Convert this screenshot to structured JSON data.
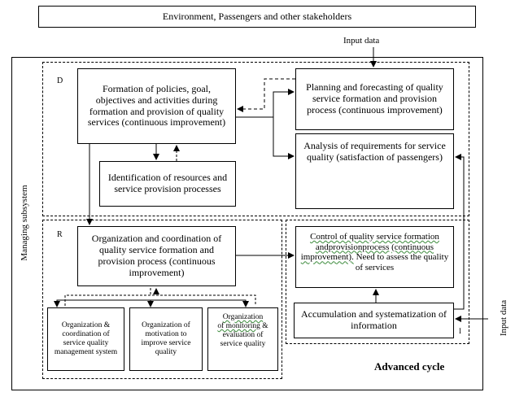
{
  "top_banner": "Environment, Passengers and other stakeholders",
  "input_data_top": "Input data",
  "input_data_right": "Input data",
  "managing_subsystem": "Managing subsystem",
  "section_d_label": "D",
  "section_r_label": "R",
  "section_i_label": "I",
  "advanced_cycle": "Advanced cycle",
  "boxes": {
    "formation": "Formation of policies, goal, objectives and activities during formation and provision of quality services (continuous improvement)",
    "planning": "Planning and forecasting of quality service formation and provision process (continuous improvement)",
    "analysis": "Analysis of requirements for service quality (satisfaction of passengers)",
    "identification": "Identification of resources and service provision processes",
    "organization": "Organization and coordination of quality service formation and provision process (continuous improvement)",
    "control_1": "Control of quality service formation",
    "control_2": "andprovisionprocess",
    "control_3": "(continuous",
    "control_4": "improvement).",
    "control_5": "Need to assess the quality of services",
    "accumulation": "Accumulation and systematization of information",
    "org_quality": "Organization & coordination of service quality management system",
    "org_motivation": "Organization of motivation to improve service quality",
    "org_monitoring_1": "Organization",
    "org_monitoring_2": "of monitoring",
    "org_monitoring_3": "& evaluation of service quality"
  }
}
